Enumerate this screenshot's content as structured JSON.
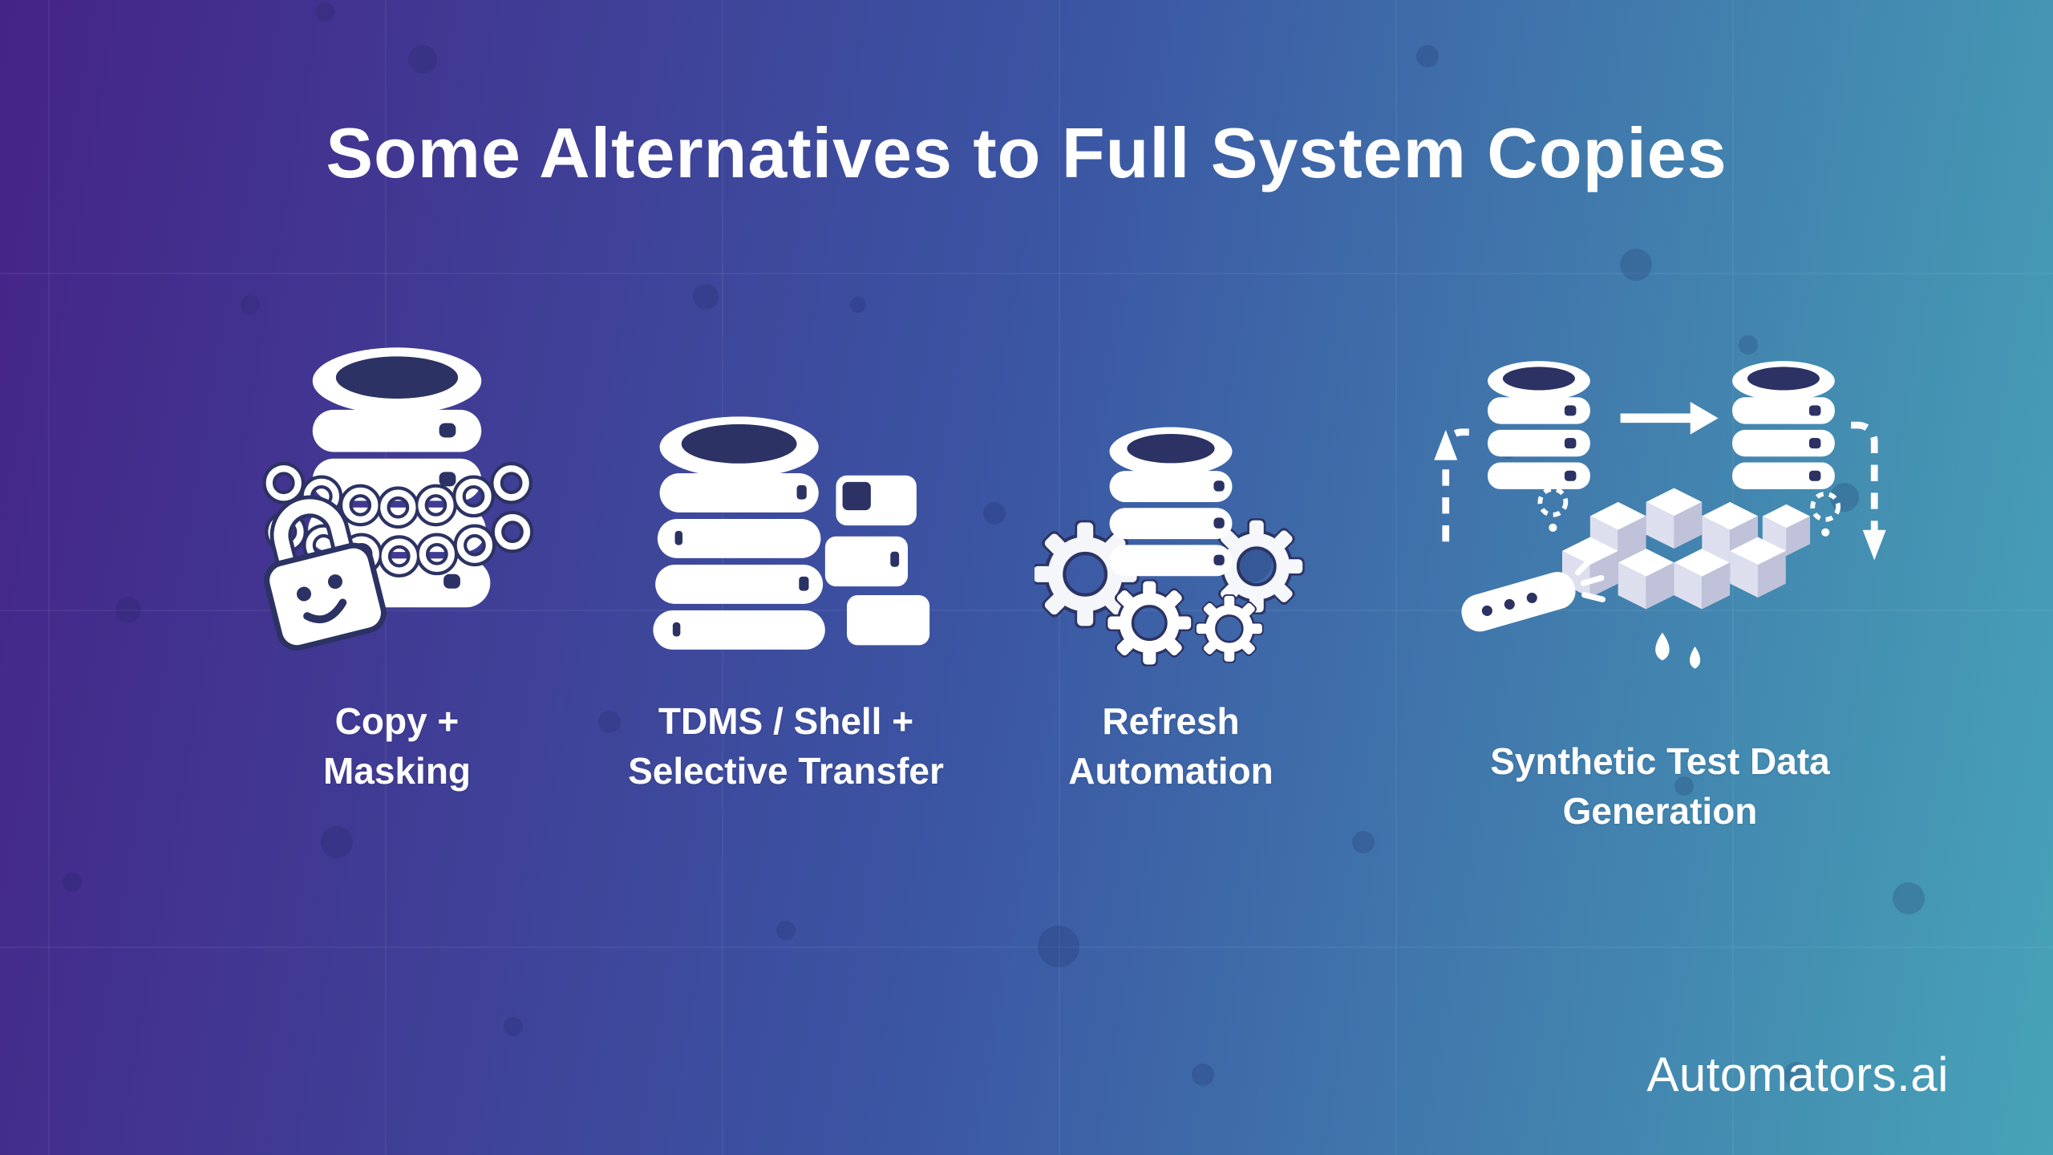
{
  "slide": {
    "title": "Some Alternatives to Full System Copies",
    "brand": "Automators.ai",
    "items": [
      {
        "icon": "copy-masking-icon",
        "line1": "Copy +",
        "line2": "Masking"
      },
      {
        "icon": "tdms-shell-icon",
        "line1": "TDMS / Shell +",
        "line2": "Selective Transfer"
      },
      {
        "icon": "refresh-automation-icon",
        "line1": "Refresh",
        "line2": "Automation"
      },
      {
        "icon": "synthetic-data-icon",
        "line1": "Synthetic Test Data",
        "line2": "Generation"
      }
    ],
    "colors": {
      "gradient_left": "#452487",
      "gradient_mid": "#3b55a3",
      "gradient_right": "#47a3b7",
      "text": "#ffffff",
      "icon": "#ffffff",
      "icon_accent": "#2c3263"
    }
  }
}
